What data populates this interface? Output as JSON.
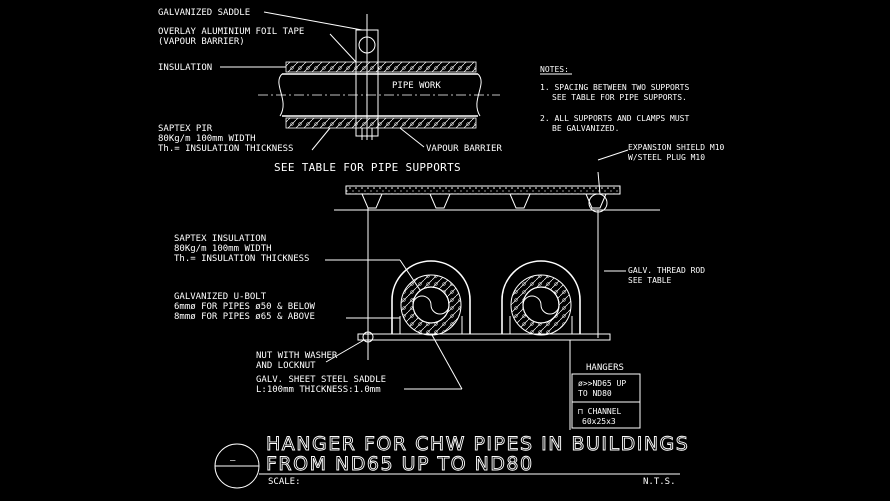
{
  "colors": {
    "background": "#000000",
    "lines": "#ffffff"
  },
  "top_detail": {
    "galvanized_saddle": "GALVANIZED SADDLE",
    "foil_tape_line1": "OVERLAY ALUMINIUM FOIL TAPE",
    "foil_tape_line2": "(VAPOUR BARRIER)",
    "insulation": "INSULATION",
    "pipe_work": "PIPE WORK",
    "saptex_line1": "SAPTEX PIR",
    "saptex_line2": "80Kg/m  100mm WIDTH",
    "saptex_line3": "Th.= INSULATION THICKNESS",
    "vapour_barrier": "VAPOUR BARRIER",
    "see_table": "SEE TABLE FOR PIPE SUPPORTS"
  },
  "notes": {
    "heading": "NOTES:",
    "note1_line1": "1. SPACING BETWEEN TWO SUPPORTS",
    "note1_line2": "SEE TABLE FOR PIPE SUPPORTS.",
    "note2_line1": "2. ALL SUPPORTS AND CLAMPS MUST",
    "note2_line2": "BE GALVANIZED."
  },
  "hanger_detail": {
    "expansion_line1": "EXPANSION SHIELD M10",
    "expansion_line2": "W/STEEL PLUG M10",
    "saptex_line1": "SAPTEX INSULATION",
    "saptex_line2": "80Kg/m  100mm WIDTH",
    "saptex_line3": "Th.= INSULATION THICKNESS",
    "thread_rod_line1": "GALV. THREAD ROD",
    "thread_rod_line2": "SEE TABLE",
    "ubolt_line1": "GALVANIZED U-BOLT",
    "ubolt_line2": "6mmø FOR PIPES ø50 & BELOW",
    "ubolt_line3": "8mmø FOR PIPES ø65 & ABOVE",
    "nut_line1": "NUT WITH WASHER",
    "nut_line2": "AND LOCKNUT",
    "saddle_line1": "GALV. SHEET STEEL SADDLE",
    "saddle_line2": "L:100mm THICKNESS:1.0mm"
  },
  "hangers_table": {
    "title": "HANGERS",
    "row1_line1": "ø>>ND65 UP",
    "row1_line2": "TO ND80",
    "row2_line1": "⊓ CHANNEL",
    "row2_line2": "60x25x3"
  },
  "title_block": {
    "symbol": "—",
    "title_line1": "HANGER FOR CHW PIPES IN BUILDINGS",
    "title_line2": "FROM ND65 UP TO ND80",
    "scale_label": "SCALE:",
    "scale_value": "N.T.S."
  }
}
